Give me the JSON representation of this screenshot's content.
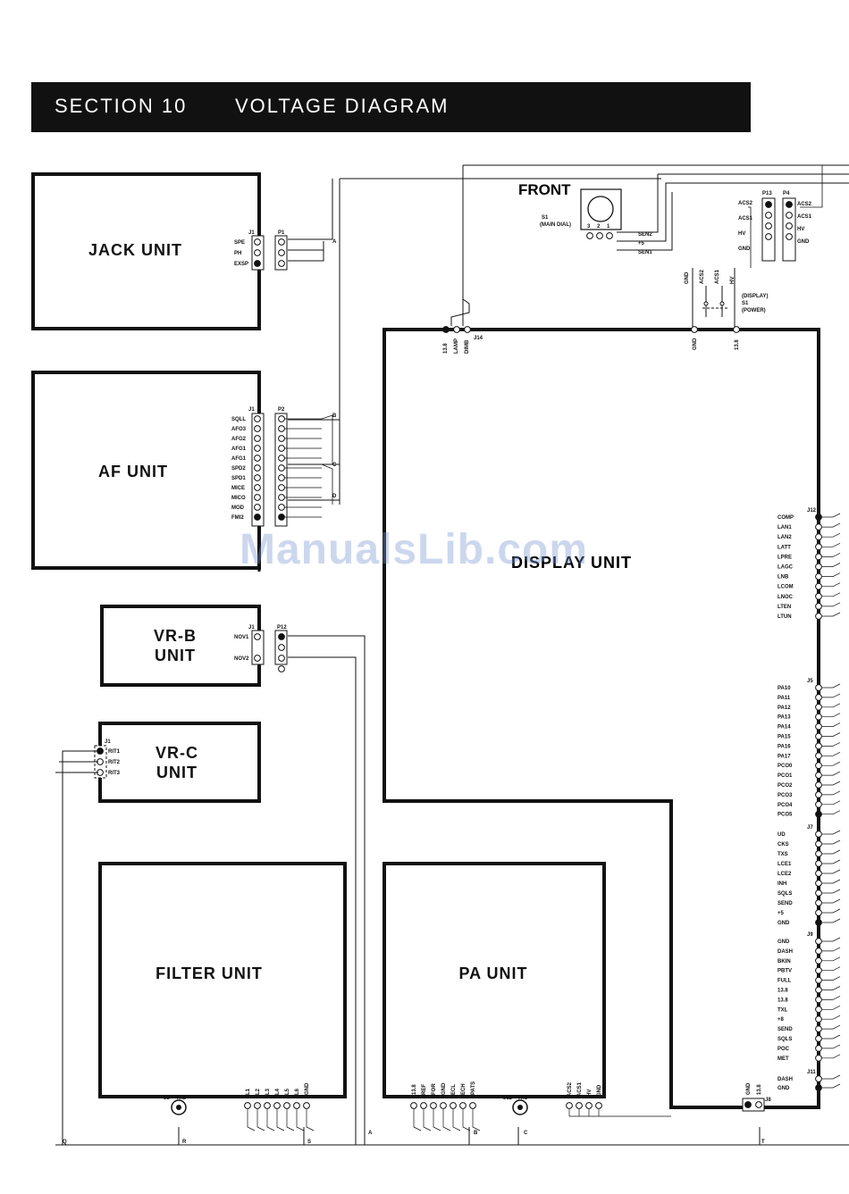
{
  "header": {
    "section": "SECTION 10",
    "title": "VOLTAGE DIAGRAM"
  },
  "units": {
    "jack": "JACK UNIT",
    "af": "AF UNIT",
    "vrb": "VR-B\nUNIT",
    "vrc": "VR-C\nUNIT",
    "filter": "FILTER UNIT",
    "pa": "PA UNIT",
    "display": "DISPLAY UNIT"
  },
  "front": {
    "title": "FRONT",
    "s1_label": "S1",
    "s1_sub": "(MAIN DIAL)",
    "dial_pins": [
      "3",
      "2",
      "1"
    ],
    "signals": [
      "SEN2",
      "+5",
      "SEN1"
    ],
    "p13_label": "P13",
    "p4_label": "P4",
    "p13_signals": [
      "ACS2",
      "ACS1",
      "HV",
      "GND"
    ],
    "p4_signals": [
      "ACS2",
      "ACS1",
      "HV",
      "GND"
    ],
    "switch_labels": [
      "GND",
      "ACS2",
      "ACS1",
      "HV"
    ],
    "display_sw": "(DISPLAY)",
    "power_s1": "S1",
    "power_sw": "(POWER)"
  },
  "connectors": {
    "jack_j1": "J1",
    "jack_p1": "P1",
    "jack_pins": [
      "SPE",
      "PH",
      "EXSP"
    ],
    "af_j1": "J1",
    "af_p2": "P2",
    "af_pins": [
      "SQLL",
      "AFO3",
      "AFG2",
      "AFG1",
      "AFG1",
      "SPD2",
      "SPD1",
      "MICE",
      "MICO",
      "MOD",
      "FMI2"
    ],
    "vrb_j1": "J1",
    "vrb_p12": "P12",
    "vrb_pins": [
      "NOV1",
      "NOV2"
    ],
    "vrc_j1": "J1",
    "vrc_pins": [
      "RIT1",
      "RIT2",
      "RIT3"
    ],
    "j14": "J14",
    "j14_pins": [
      "13.8",
      "LAMP",
      "DIMB"
    ],
    "disp_top_pins": [
      "GND",
      "13.8"
    ],
    "j12_label": "J12",
    "j12_pins": [
      "COMP",
      "LAN1",
      "LAN2",
      "LATT",
      "LPRE",
      "LAGC",
      "LNB",
      "LCOM",
      "LNOC",
      "LTEN",
      "LTUN"
    ],
    "j5_label": "J5",
    "j5_pins": [
      "PA10",
      "PA11",
      "PA12",
      "PA13",
      "PA14",
      "PA15",
      "PA16",
      "PA17",
      "PCO0",
      "PCO1",
      "PCO2",
      "PCO3",
      "PCO4",
      "PCO5"
    ],
    "j7_label": "J7",
    "j7_pins": [
      "UD",
      "CKS",
      "TXS",
      "LCE1",
      "LCE2",
      "INH",
      "SQLS",
      "SEND",
      "+5",
      "GND"
    ],
    "j9_label": "J9",
    "j9_pins": [
      "GND",
      "DASH",
      "BKIN",
      "PBTV",
      "FULL",
      "13.8",
      "13.8",
      "TXL",
      "+8",
      "SEND",
      "SQLS",
      "POC",
      "MET"
    ],
    "j11_label": "J11",
    "j11_pins": [
      "DASH",
      "GND"
    ],
    "j3_label": "J3",
    "j3_sig": "TX2",
    "filter_pins": [
      "L1",
      "L2",
      "L3",
      "L4",
      "L5",
      "L6",
      "GND"
    ],
    "pa_pins": [
      "13.8",
      "REF",
      "FOR",
      "GND",
      "ECL",
      "ECH",
      "PATS"
    ],
    "j12b_label": "J12",
    "j12b_sig": "TX1",
    "pa_pins2": [
      "ACS2",
      "ACS1",
      "HV",
      "GND"
    ],
    "j8_label": "J8",
    "j8_pins": [
      "GND",
      "13.8"
    ]
  },
  "wire_letters": [
    "A",
    "B",
    "C",
    "D",
    "Q",
    "R",
    "S",
    "A",
    "B",
    "C",
    "T"
  ],
  "watermark": "ManualsLib.com"
}
